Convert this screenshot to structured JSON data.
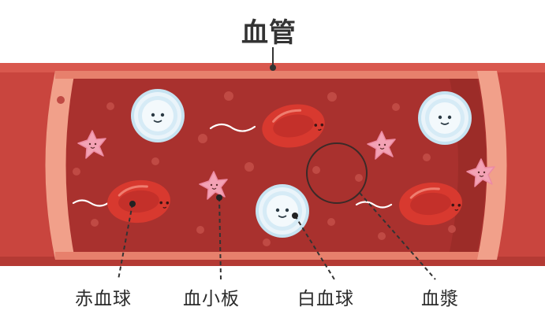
{
  "title": "血管",
  "labels": {
    "red_blood_cell": "赤血球",
    "platelet": "血小板",
    "white_blood_cell": "白血球",
    "plasma": "血漿"
  },
  "colors": {
    "vessel_outer": "#c9453e",
    "vessel_inner": "#a9312e",
    "vessel_rim": "#f1a08a",
    "red_cell": "#d8392f",
    "platelet": "#f3a2b5",
    "white_cell": "#e6f1f8",
    "white_cell_spike": "#b9dced"
  }
}
